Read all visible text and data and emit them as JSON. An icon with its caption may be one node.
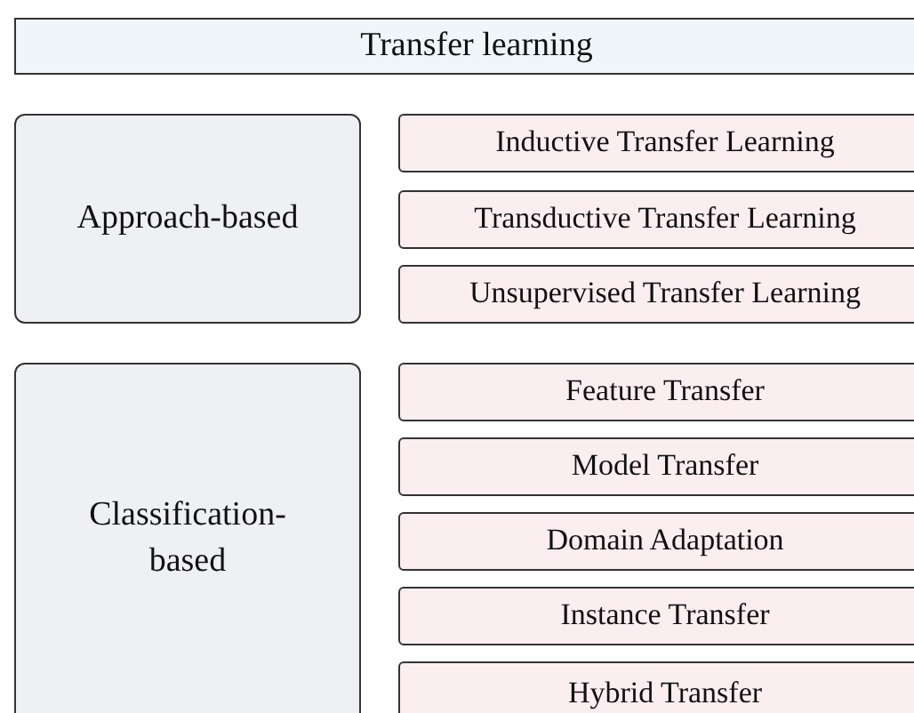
{
  "diagram": {
    "nodes": [
      {
        "text": [
          "Transfer learning"
        ]
      },
      {
        "text": [
          "Approach-based"
        ]
      },
      {
        "text": [
          "Inductive Transfer Learning"
        ]
      },
      {
        "text": [
          "Transductive Transfer Learning"
        ]
      },
      {
        "text": [
          "Unsupervised Transfer Learning"
        ]
      },
      {
        "text": [
          "Classification-based"
        ]
      },
      {
        "text": [
          "Feature Transfer"
        ]
      },
      {
        "text": [
          "Model Transfer"
        ]
      },
      {
        "text": [
          "Domain Adaptation"
        ]
      },
      {
        "text": [
          "Instance Transfer"
        ]
      },
      {
        "text": [
          "Hybrid Transfer"
        ]
      }
    ]
  }
}
